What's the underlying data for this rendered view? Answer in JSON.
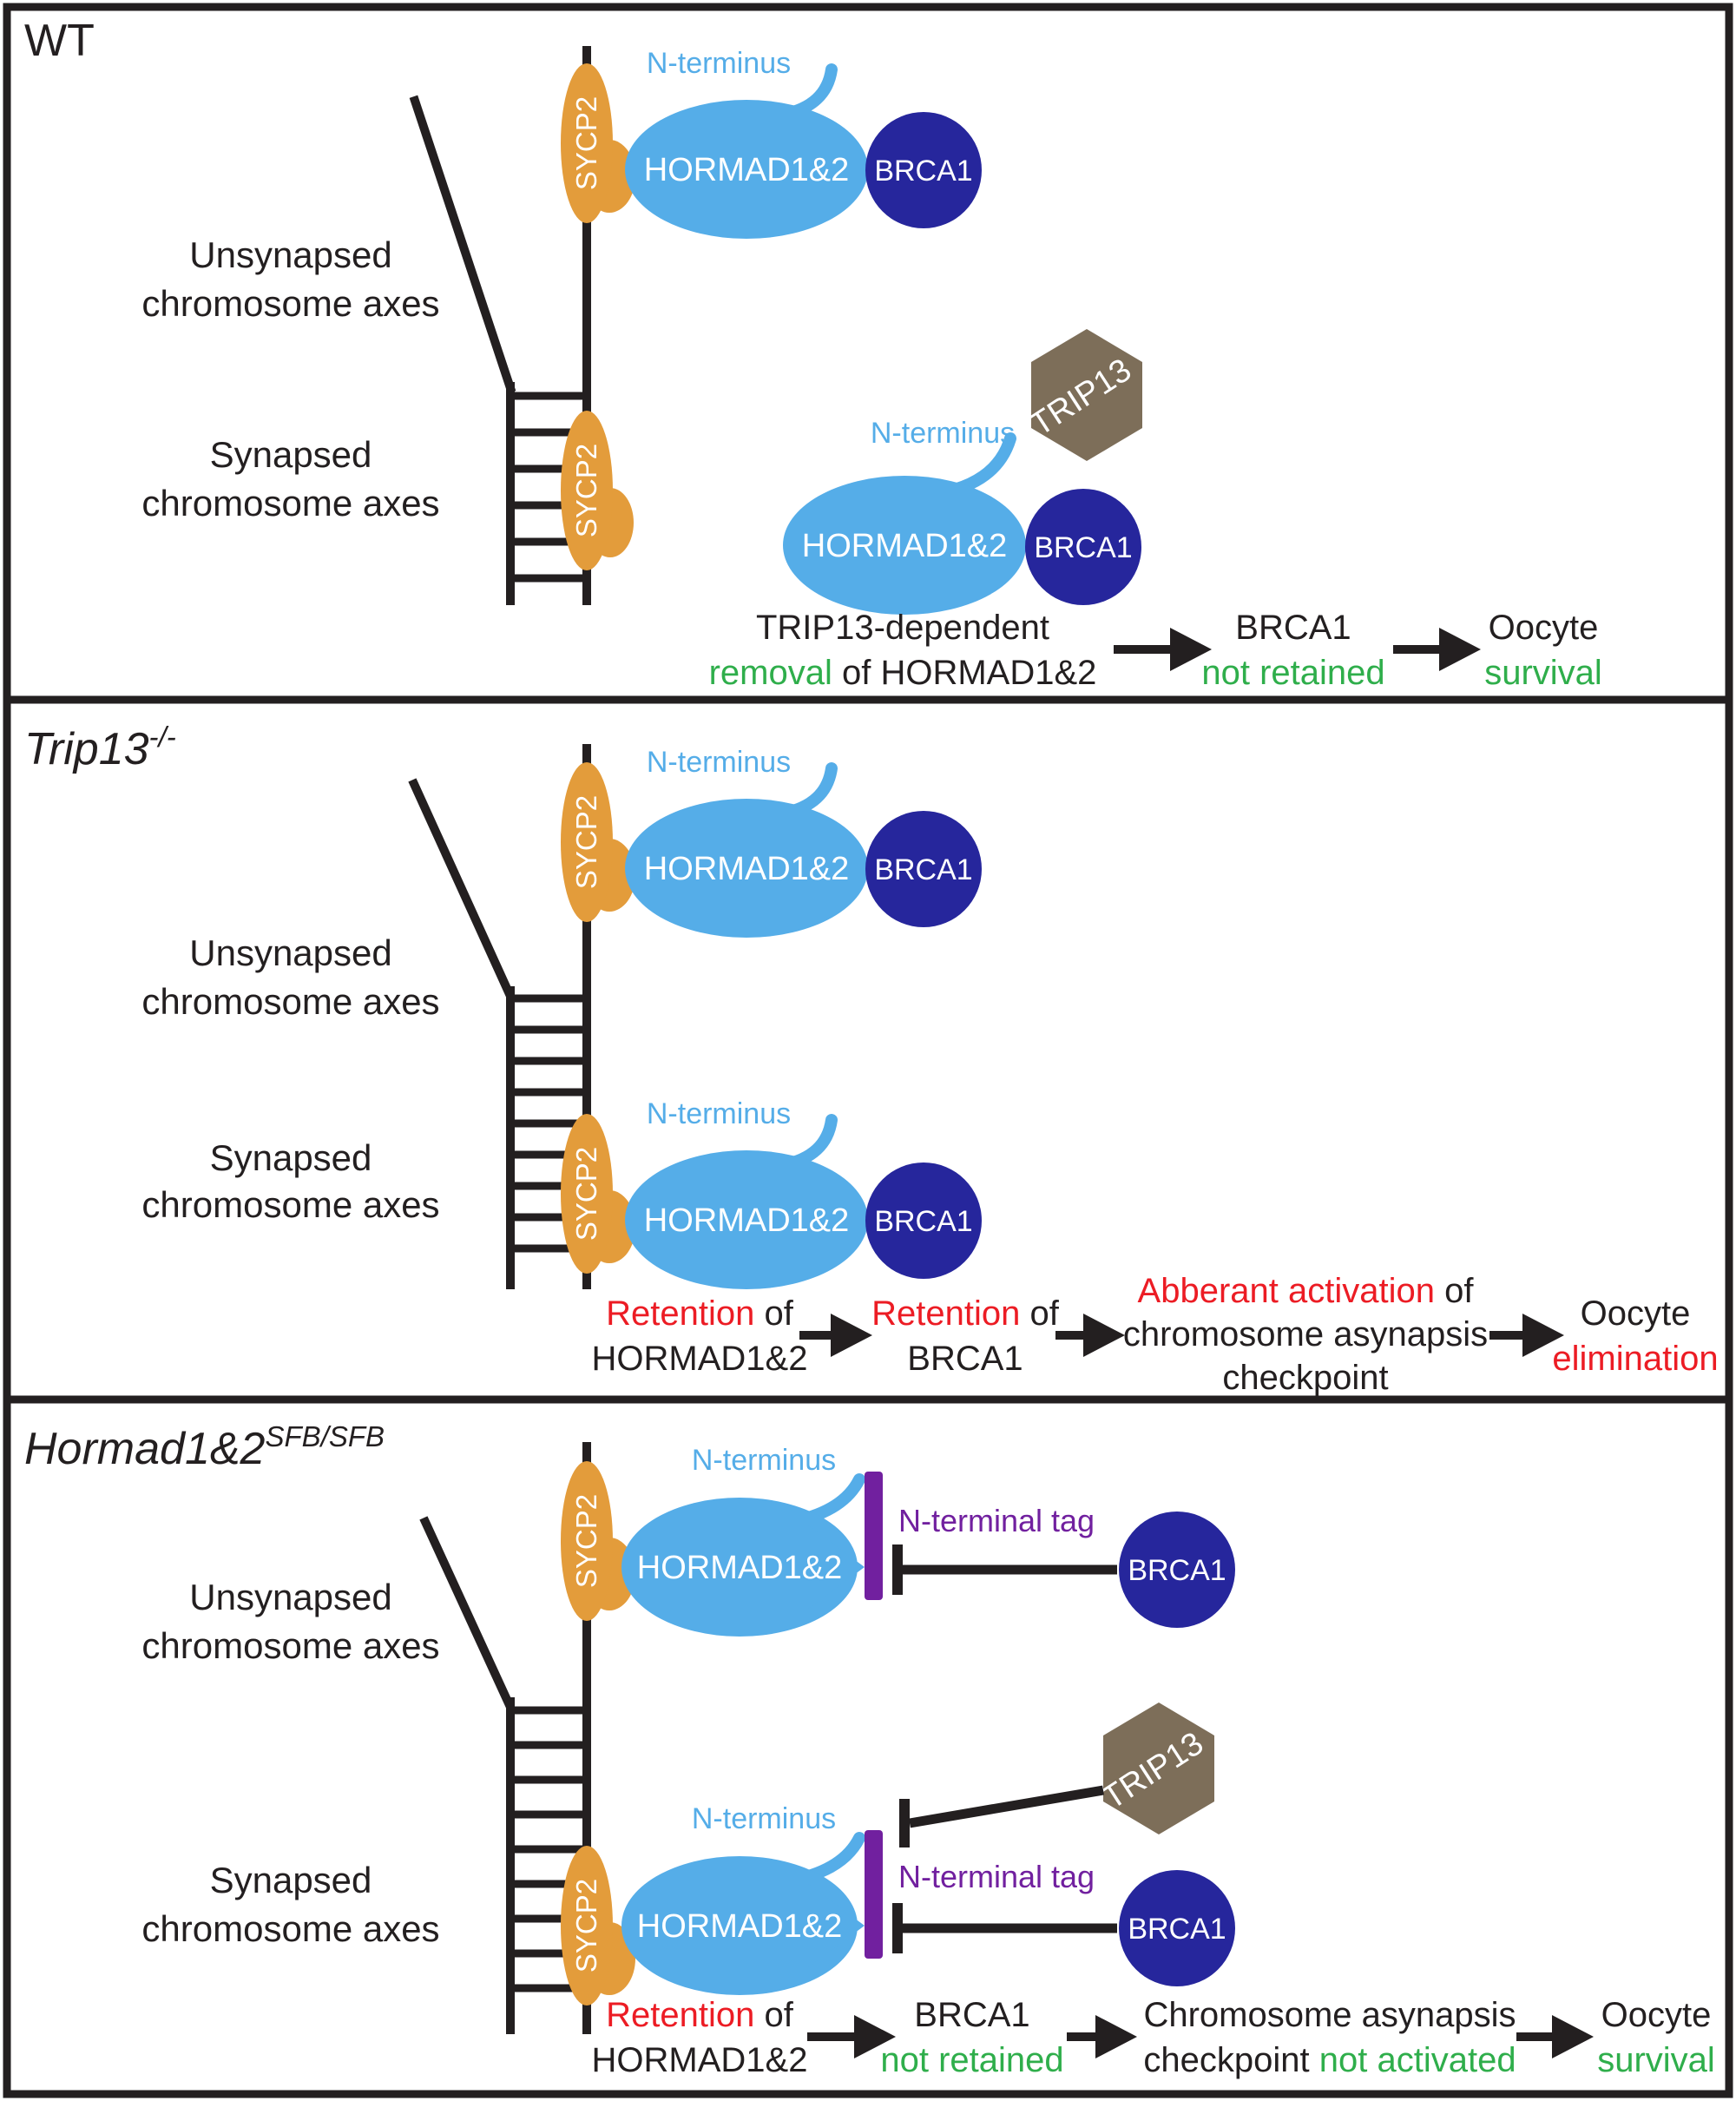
{
  "colors": {
    "ink": "#231F20",
    "orange": "#E39C3B",
    "light_blue": "#55ADE8",
    "navy": "#26269C",
    "taupe": "#7D6E59",
    "purple": "#71209F",
    "red": "#EC1C24",
    "green": "#2FAE4B"
  },
  "panels": [
    {
      "title_main": "WT",
      "title_sup": "",
      "labels": {
        "unsynapsed_1": "Unsynapsed",
        "unsynapsed_2": "chromosome axes",
        "synapsed_1": "Synapsed",
        "synapsed_2": "chromosome axes"
      },
      "proteins": {
        "sycp2_unsyn": "SYCP2",
        "sycp2_syn": "SYCP2",
        "hormad_unsyn": "HORMAD1&2",
        "brca1_unsyn": "BRCA1",
        "nterm_unsyn": "N-terminus",
        "hormad_free": "HORMAD1&2",
        "brca1_free": "BRCA1",
        "trip13_free": "TRIP13",
        "nterm_free": "N-terminus"
      },
      "flow": [
        {
          "lines": [
            [
              {
                "t": "TRIP13-dependent",
                "c": "#231F20"
              }
            ],
            [
              {
                "t": "removal",
                "c": "#2FAE4B"
              },
              {
                "t": " of HORMAD1&2",
                "c": "#231F20"
              }
            ]
          ]
        },
        {
          "lines": [
            [
              {
                "t": "BRCA1",
                "c": "#231F20"
              }
            ],
            [
              {
                "t": "not retained",
                "c": "#2FAE4B"
              }
            ]
          ]
        },
        {
          "lines": [
            [
              {
                "t": "Oocyte",
                "c": "#231F20"
              }
            ],
            [
              {
                "t": "survival",
                "c": "#2FAE4B"
              }
            ]
          ]
        }
      ]
    },
    {
      "title_main": "Trip13",
      "title_sup": "-/-",
      "labels": {
        "unsynapsed_1": "Unsynapsed",
        "unsynapsed_2": "chromosome axes",
        "synapsed_1": "Synapsed",
        "synapsed_2": "chromosome axes"
      },
      "proteins": {
        "sycp2_unsyn": "SYCP2",
        "sycp2_syn": "SYCP2",
        "hormad_unsyn": "HORMAD1&2",
        "brca1_unsyn": "BRCA1",
        "nterm_unsyn": "N-terminus",
        "hormad_syn": "HORMAD1&2",
        "brca1_syn": "BRCA1",
        "nterm_syn": "N-terminus"
      },
      "flow": [
        {
          "lines": [
            [
              {
                "t": "Retention",
                "c": "#EC1C24"
              },
              {
                "t": " of",
                "c": "#231F20"
              }
            ],
            [
              {
                "t": "HORMAD1&2",
                "c": "#231F20"
              }
            ]
          ]
        },
        {
          "lines": [
            [
              {
                "t": "Retention",
                "c": "#EC1C24"
              },
              {
                "t": " of",
                "c": "#231F20"
              }
            ],
            [
              {
                "t": "BRCA1",
                "c": "#231F20"
              }
            ]
          ]
        },
        {
          "lines": [
            [
              {
                "t": "Abberant activation",
                "c": "#EC1C24"
              },
              {
                "t": " of",
                "c": "#231F20"
              }
            ],
            [
              {
                "t": "chromosome asynapsis",
                "c": "#231F20"
              }
            ],
            [
              {
                "t": "checkpoint",
                "c": "#231F20"
              }
            ]
          ]
        },
        {
          "lines": [
            [
              {
                "t": "Oocyte",
                "c": "#231F20"
              }
            ],
            [
              {
                "t": "elimination",
                "c": "#EC1C24"
              }
            ]
          ]
        }
      ]
    },
    {
      "title_main": "Hormad1&2",
      "title_sup": "SFB/SFB",
      "labels": {
        "unsynapsed_1": "Unsynapsed",
        "unsynapsed_2": "chromosome axes",
        "synapsed_1": "Synapsed",
        "synapsed_2": "chromosome axes"
      },
      "proteins": {
        "sycp2_unsyn": "SYCP2",
        "sycp2_syn": "SYCP2",
        "hormad_unsyn": "HORMAD1&2",
        "brca1_unsyn": "BRCA1",
        "nterm_unsyn": "N-terminus",
        "ntag_unsyn": "N-terminal tag",
        "hormad_syn": "HORMAD1&2",
        "brca1_syn": "BRCA1",
        "nterm_syn": "N-terminus",
        "ntag_syn": "N-terminal tag",
        "trip13_syn": "TRIP13"
      },
      "flow": [
        {
          "lines": [
            [
              {
                "t": "Retention",
                "c": "#EC1C24"
              },
              {
                "t": " of",
                "c": "#231F20"
              }
            ],
            [
              {
                "t": "HORMAD1&2",
                "c": "#231F20"
              }
            ]
          ]
        },
        {
          "lines": [
            [
              {
                "t": "BRCA1",
                "c": "#231F20"
              }
            ],
            [
              {
                "t": "not retained",
                "c": "#2FAE4B"
              }
            ]
          ]
        },
        {
          "lines": [
            [
              {
                "t": "Chromosome asynapsis",
                "c": "#231F20"
              }
            ],
            [
              {
                "t": "checkpoint ",
                "c": "#231F20"
              },
              {
                "t": "not activated",
                "c": "#2FAE4B"
              }
            ]
          ]
        },
        {
          "lines": [
            [
              {
                "t": "Oocyte",
                "c": "#231F20"
              }
            ],
            [
              {
                "t": "survival",
                "c": "#2FAE4B"
              }
            ]
          ]
        }
      ]
    }
  ]
}
